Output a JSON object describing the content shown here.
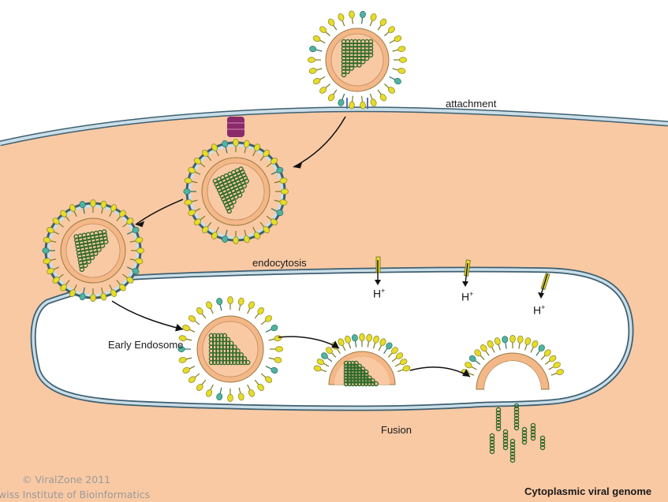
{
  "labels": {
    "attachment": "attachment",
    "endocytosis": "endocytosis",
    "early_endosome": "Early Endosome",
    "fusion": "Fusion",
    "cytoplasmic_genome": "Cytoplasmic viral genome"
  },
  "proton": {
    "symbol": "H",
    "charge": "+"
  },
  "credits": {
    "line1": "© ViralZone 2011",
    "line2": "Swiss Institute of Bioinformatics"
  },
  "colors": {
    "cytoplasm": "#f9c9a4",
    "membrane_fill": "#c9dee8",
    "membrane_stroke": "#3e5f70",
    "spike_yellow": "#e6dc2a",
    "spike_teal": "#4fb3a0",
    "capsid_fill": "#f4b788",
    "genome_green": "#3d7a35",
    "receptor_purple": "#8a2a6a"
  }
}
